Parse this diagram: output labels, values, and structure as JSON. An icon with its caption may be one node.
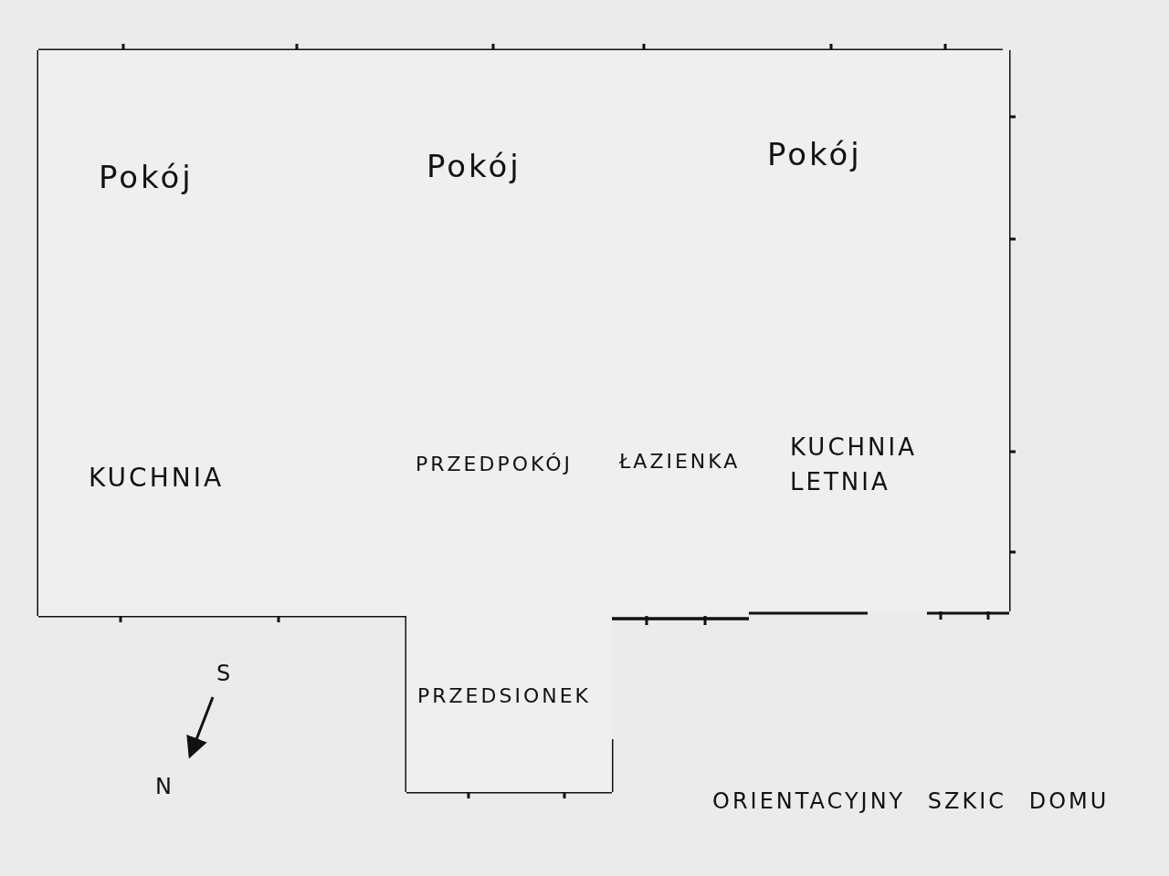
{
  "diagram": {
    "caption": "ORIENTACYJNY SZKIC DOMU",
    "nodes": [
      {
        "text": [
          "Pokój"
        ]
      },
      {
        "text": [
          "Pokój"
        ]
      },
      {
        "text": [
          "Pokój"
        ]
      },
      {
        "text": [
          "KUCHNIA"
        ]
      },
      {
        "text": [
          "PRZEDPOKÓJ"
        ]
      },
      {
        "text": [
          "ŁAZIENKA"
        ]
      },
      {
        "text": [
          "KUCHNIA LETNIA"
        ]
      },
      {
        "text": [
          "PRZEDSIONEK"
        ]
      }
    ],
    "labels": [
      "S",
      "N"
    ]
  }
}
